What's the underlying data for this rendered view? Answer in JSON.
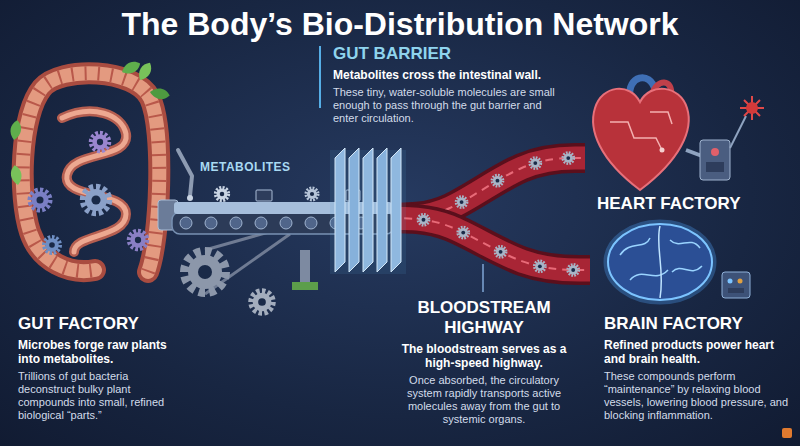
{
  "diagram": {
    "title": "The Body’s Bio-Distribution Network",
    "nodes": [
      {
        "text": [
          "GUT FACTORY",
          "Microbes forge raw plants into metabolites.",
          "Trillions of gut bacteria deconstruct bulky plant compounds into small, refined biological “parts.”"
        ]
      },
      {
        "text": [
          "GUT BARRIER",
          "Metabolites cross the intestinal wall.",
          "These tiny, water-soluble molecules are small enough to pass through the gut barrier and enter circulation."
        ]
      },
      {
        "text": [
          "BLOODSTREAM HIGHWAY",
          "The bloodstream serves as a high-speed highway.",
          "Once absorbed, the circulatory system rapidly transports active molecules away from the gut to systemic organs."
        ]
      },
      {
        "text": [
          "HEART FACTORY"
        ]
      },
      {
        "text": [
          "BRAIN FACTORY",
          "Refined products power heart and brain health.",
          "These compounds perform “maintenance” by relaxing blood vessels, lowering blood pressure, and blocking inflammation."
        ]
      }
    ],
    "edges": [
      {
        "from": 0,
        "to": 3,
        "arrow": "none"
      },
      {
        "from": 0,
        "to": 4,
        "arrow": "none"
      }
    ],
    "labels": [
      "METABOLITES"
    ]
  }
}
